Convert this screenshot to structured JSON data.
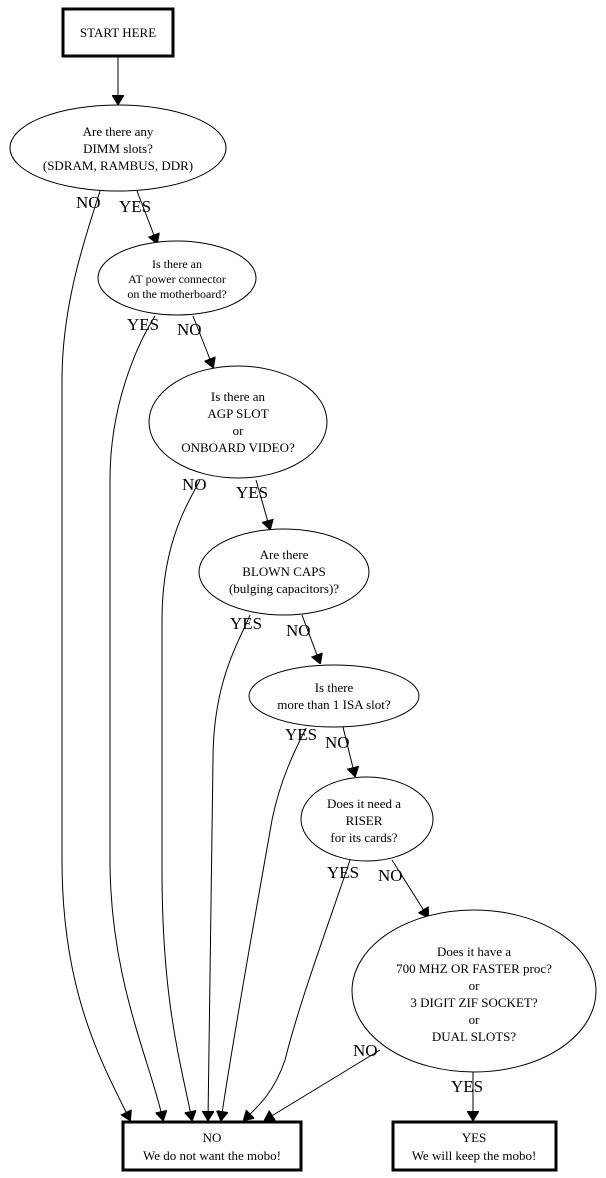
{
  "nodes": {
    "start": {
      "lines": [
        "START HERE"
      ]
    },
    "dimm": {
      "lines": [
        "Are there any",
        "DIMM slots?",
        "(SDRAM, RAMBUS, DDR)"
      ]
    },
    "at_power": {
      "lines": [
        "Is there an",
        "AT power connector",
        "on the motherboard?"
      ]
    },
    "agp": {
      "lines": [
        "Is there an",
        "AGP SLOT",
        "or",
        "ONBOARD VIDEO?"
      ]
    },
    "caps": {
      "lines": [
        "Are there",
        "BLOWN CAPS",
        "(bulging capacitors)?"
      ]
    },
    "isa": {
      "lines": [
        "Is there",
        "more than 1 ISA slot?"
      ]
    },
    "riser": {
      "lines": [
        "Does it need a",
        "RISER",
        "for its cards?"
      ]
    },
    "proc": {
      "lines": [
        "Does it have a",
        "700 MHZ OR FASTER proc?",
        "or",
        "3 DIGIT ZIF SOCKET?",
        "or",
        "DUAL SLOTS?"
      ]
    },
    "reject": {
      "lines": [
        "NO",
        "We do not want the mobo!"
      ]
    },
    "keep": {
      "lines": [
        "YES",
        "We will keep the mobo!"
      ]
    }
  },
  "edges": [
    {
      "from": "start",
      "to": "dimm",
      "label": ""
    },
    {
      "from": "dimm",
      "to": "reject",
      "label": "NO"
    },
    {
      "from": "dimm",
      "to": "at_power",
      "label": "YES"
    },
    {
      "from": "at_power",
      "to": "reject",
      "label": "YES"
    },
    {
      "from": "at_power",
      "to": "agp",
      "label": "NO"
    },
    {
      "from": "agp",
      "to": "reject",
      "label": "NO"
    },
    {
      "from": "agp",
      "to": "caps",
      "label": "YES"
    },
    {
      "from": "caps",
      "to": "reject",
      "label": "YES"
    },
    {
      "from": "caps",
      "to": "isa",
      "label": "NO"
    },
    {
      "from": "isa",
      "to": "reject",
      "label": "YES"
    },
    {
      "from": "isa",
      "to": "riser",
      "label": "NO"
    },
    {
      "from": "riser",
      "to": "reject",
      "label": "YES"
    },
    {
      "from": "riser",
      "to": "proc",
      "label": "NO"
    },
    {
      "from": "proc",
      "to": "reject",
      "label": "NO"
    },
    {
      "from": "proc",
      "to": "keep",
      "label": "YES"
    }
  ]
}
